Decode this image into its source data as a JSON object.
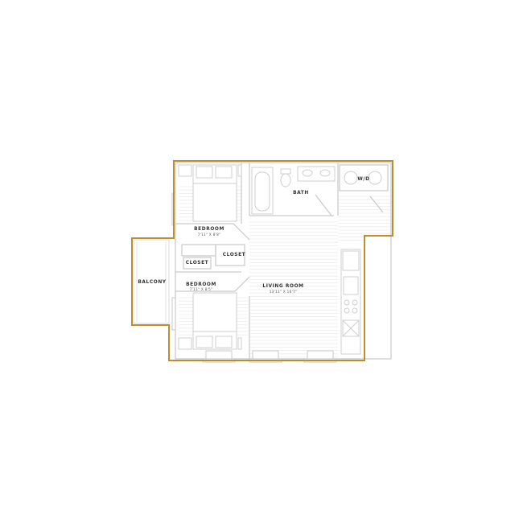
{
  "colors": {
    "outline": "#b8902f",
    "wall": "#c9c9c9",
    "floor_lines": "#ececec",
    "fixture": "#cfcfcf",
    "label": "#333333"
  },
  "rooms": {
    "bedroom1": {
      "name": "BEDROOM",
      "dims": "7'11\" X 8'8\""
    },
    "bath": {
      "name": "BATH"
    },
    "wd": {
      "name": "W/D"
    },
    "closet1": {
      "name": "CLOSET"
    },
    "closet2": {
      "name": "CLOSET"
    },
    "bedroom2": {
      "name": "BEDROOM",
      "dims": "7'11\" X 8'5\""
    },
    "living": {
      "name": "LIVING ROOM",
      "dims": "13'11\" X 16'7\""
    },
    "balcony": {
      "name": "BALCONY"
    }
  }
}
